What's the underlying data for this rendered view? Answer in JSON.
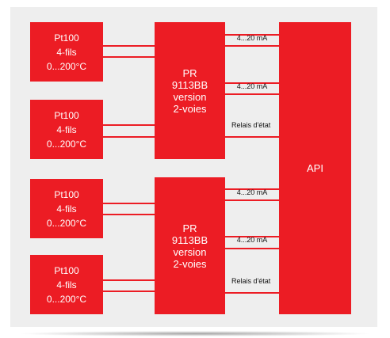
{
  "sensors": [
    {
      "line1": "Pt100",
      "line2": "4-fils",
      "line3": "0...200°C"
    },
    {
      "line1": "Pt100",
      "line2": "4-fils",
      "line3": "0...200°C"
    },
    {
      "line1": "Pt100",
      "line2": "4-fils",
      "line3": "0...200°C"
    },
    {
      "line1": "Pt100",
      "line2": "4-fils",
      "line3": "0...200°C"
    }
  ],
  "converters": [
    {
      "line1": "PR",
      "line2": "9113BB",
      "line3": "version",
      "line4": "2-voies"
    },
    {
      "line1": "PR",
      "line2": "9113BB",
      "line3": "version",
      "line4": "2-voies"
    }
  ],
  "api": {
    "label": "API"
  },
  "signals": {
    "current_loop": "4...20 mA",
    "relay": "Relais d'état"
  },
  "colors": {
    "block": "#ec1c24",
    "panel": "#eeeeee",
    "text_light": "#ffffff",
    "text_dark": "#111111"
  }
}
